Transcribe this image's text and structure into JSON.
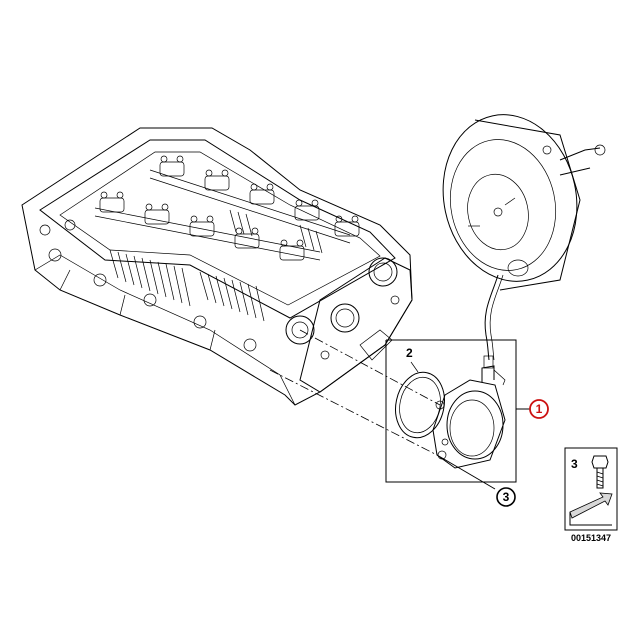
{
  "callouts": {
    "part_1": "1",
    "part_2": "2",
    "part_3": "3"
  },
  "legend": {
    "bolt_number": "3"
  },
  "diagram_id": "00151347",
  "colors": {
    "highlight": "#cc1111",
    "ink": "#000000",
    "legend_arrow_fill": "#d8d8d8"
  }
}
